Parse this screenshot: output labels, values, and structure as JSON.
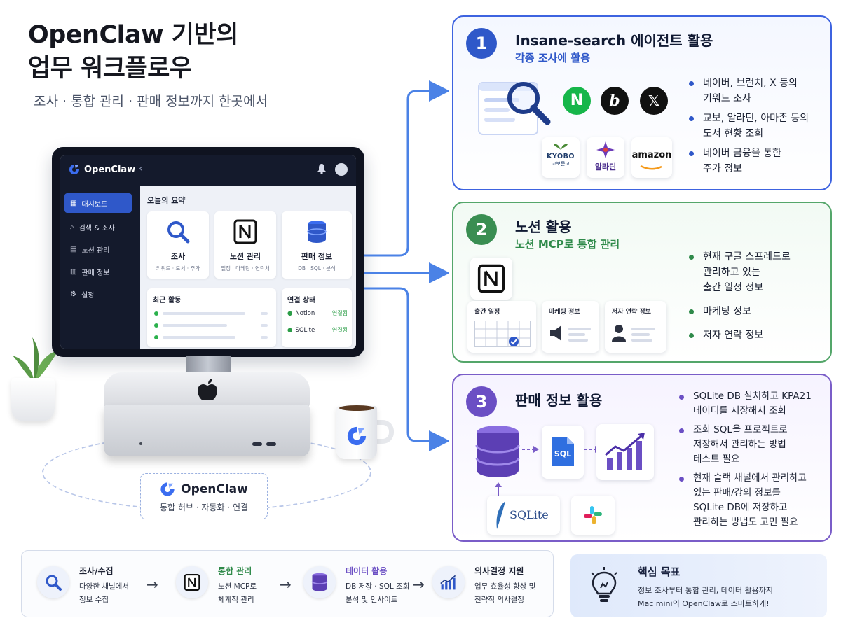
{
  "header": {
    "title_line1": "OpenClaw 기반의",
    "title_line2": "업무 워크플로우",
    "subtitle": "조사 · 통합 관리 · 판매 정보까지 한곳에서"
  },
  "dashboard": {
    "brand": "OpenClaw",
    "nav": [
      {
        "label": "대시보드",
        "icon": "dashboard-icon",
        "active": true
      },
      {
        "label": "검색 & 조사",
        "icon": "search-icon"
      },
      {
        "label": "노션 관리",
        "icon": "notion-icon"
      },
      {
        "label": "판매 정보",
        "icon": "calendar-icon"
      },
      {
        "label": "설정",
        "icon": "gear-icon"
      }
    ],
    "summary_title": "오늘의 요약",
    "cards": [
      {
        "title": "조사",
        "sub": "키워드 · 도서 · 주가"
      },
      {
        "title": "노션 관리",
        "sub": "일정 · 마케팅 · 연락처"
      },
      {
        "title": "판매 정보",
        "sub": "DB · SQL · 분석"
      }
    ],
    "recent_title": "최근 활동",
    "connection_title": "연결 상태",
    "connections": [
      {
        "name": "Notion",
        "status": "연결됨"
      },
      {
        "name": "SQLite",
        "status": "연결됨"
      }
    ]
  },
  "hub": {
    "title": "OpenClaw",
    "sub": "통합 허브 · 자동화 · 연결"
  },
  "panel1": {
    "number": "1",
    "title": "Insane-search 에이전트 활용",
    "sub": "각종 조사에 활용",
    "logos": {
      "naver": "N",
      "brunch": "b",
      "x": "𝕏",
      "kyobo": "KYOBO",
      "kyobo_sub": "교보문고",
      "aladin": "알라딘",
      "amazon": "amazon"
    },
    "bullets": [
      "네이버, 브런치, X 등의\n키워드 조사",
      "교보, 알라딘, 아마존 등의\n도서 현황 조회",
      "네이버 금융을 통한\n주가 정보"
    ],
    "color": "#3d63e0"
  },
  "panel2": {
    "number": "2",
    "title": "노션 활용",
    "sub": "노션 MCP로 통합 관리",
    "cards": [
      "출간 일정",
      "마케팅 정보",
      "저자 연락 정보"
    ],
    "bullets": [
      "현재 구글 스프레드로\n관리하고 있는\n출간 일정 정보",
      "마케팅 정보",
      "저자 연락 정보"
    ],
    "color": "#54a66a"
  },
  "panel3": {
    "number": "3",
    "title": "판매 정보 활용",
    "sql_label": "SQL",
    "sqlite_label": "SQLite",
    "bullets": [
      "SQLite DB 설치하고 KPA21\n데이터를 저장해서 조회",
      "조회 SQL을 프로젝트로\n저장해서 관리하는 방법\n테스트 필요",
      "현재 슬랙 채널에서 관리하고\n있는 판매/강의 정보를\nSQLite DB에 저장하고\n관리하는 방법도 고민 필요"
    ],
    "color": "#7a5dc8"
  },
  "flow": [
    {
      "title": "조사/수집",
      "sub": "다양한 채널에서\n정보 수집",
      "color": "#2f58c9",
      "icon": "search-icon"
    },
    {
      "title": "통합 관리",
      "sub": "노션 MCP로\n체계적 관리",
      "color": "#2f8a4a",
      "icon": "notion-icon"
    },
    {
      "title": "데이터 활용",
      "sub": "DB 저장 · SQL 조회\n분석 및 인사이트",
      "color": "#6b4fc4",
      "icon": "database-icon"
    },
    {
      "title": "의사결정 지원",
      "sub": "업무 효율성 향상 및\n전략적 의사결정",
      "color": "#1d2233",
      "icon": "chart-icon"
    }
  ],
  "goal": {
    "title": "핵심 목표",
    "line1": "정보 조사부터 통합 관리, 데이터 활용까지",
    "line2": "Mac mini의 OpenClaw로 스마트하게!"
  }
}
